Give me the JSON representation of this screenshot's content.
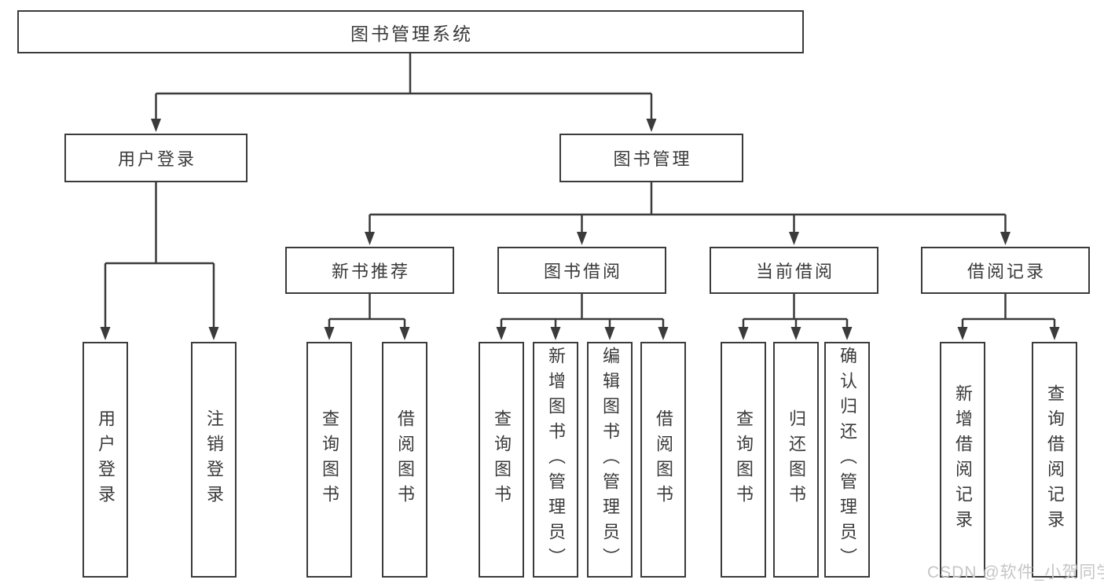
{
  "tree": {
    "root": {
      "label": "图书管理系统"
    },
    "user_login": {
      "label": "用户登录",
      "children": [
        {
          "label": "用户登录"
        },
        {
          "label": "注销登录"
        }
      ]
    },
    "book_mgmt": {
      "label": "图书管理",
      "children": [
        {
          "label": "新书推荐",
          "children": [
            {
              "label": "查询图书"
            },
            {
              "label": "借阅图书"
            }
          ]
        },
        {
          "label": "图书借阅",
          "children": [
            {
              "label": "查询图书"
            },
            {
              "label": "新增图书（管理员）"
            },
            {
              "label": "编辑图书（管理员）"
            },
            {
              "label": "借阅图书"
            }
          ]
        },
        {
          "label": "当前借阅",
          "children": [
            {
              "label": "查询图书"
            },
            {
              "label": "归还图书"
            },
            {
              "label": "确认归还（管理员）"
            }
          ]
        },
        {
          "label": "借阅记录",
          "children": [
            {
              "label": "新增借阅记录"
            },
            {
              "label": "查询借阅记录"
            }
          ]
        }
      ]
    }
  },
  "watermark": {
    "text": "CSDN @软件_小贺同学"
  },
  "colors": {
    "line": "#3b3b3b",
    "text": "#3a3a3a",
    "watermark": "#c6c6c6",
    "background": "#ffffff"
  }
}
